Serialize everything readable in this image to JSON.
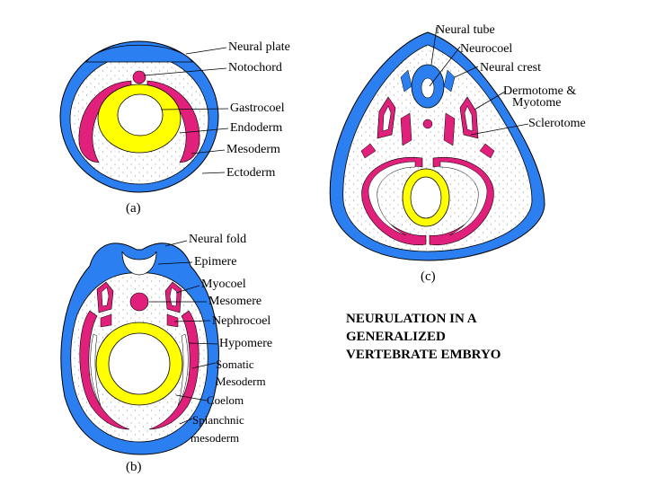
{
  "colors": {
    "ectoderm": "#2b7ff0",
    "mesoderm": "#e0207a",
    "endoderm": "#ffff00",
    "outline": "#000000",
    "background": "#ffffff"
  },
  "panel_a": {
    "caption": "(a)",
    "labels": [
      "Neural plate",
      "Notochord",
      "Gastrocoel",
      "Endoderm",
      "Mesoderm",
      "Ectoderm"
    ]
  },
  "panel_b": {
    "caption": "(b)",
    "labels": [
      "Neural fold",
      "Epimere",
      "Myocoel",
      "Mesomere",
      "Nephrocoel",
      "Hypomere",
      "Somatic",
      "Mesoderm",
      "Coelom",
      "Splanchnic",
      "mesoderm"
    ]
  },
  "panel_c": {
    "caption": "(c)",
    "labels": [
      "Neural tube",
      "Neurocoel",
      "Neural crest",
      "Dermotome &",
      "Myotome",
      "Sclerotome"
    ]
  },
  "title_lines": [
    "NEURULATION IN A",
    "GENERALIZED",
    "VERTEBRATE EMBRYO"
  ]
}
